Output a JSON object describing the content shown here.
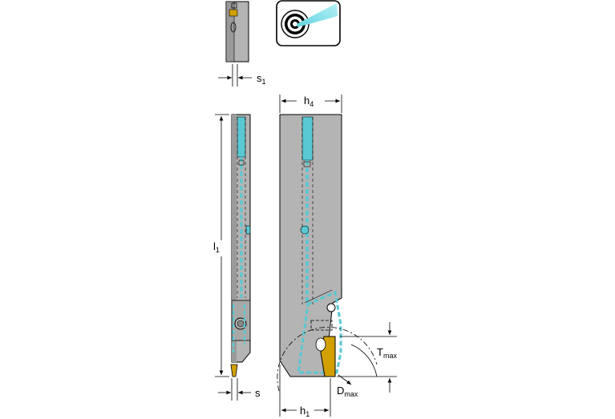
{
  "labels": {
    "s1": {
      "main": "s",
      "sub": "1"
    },
    "h4": {
      "main": "h",
      "sub": "4"
    },
    "l1": {
      "main": "l",
      "sub": "1"
    },
    "s": {
      "main": "s"
    },
    "h1": {
      "main": "h",
      "sub": "1"
    },
    "tmax": {
      "main": "T",
      "sub": "max"
    },
    "dmax": {
      "main": "D",
      "sub": "max"
    }
  },
  "icons": {
    "internal_coolant": "internal-coolant-icon"
  },
  "colors": {
    "body_grey": "#b4b4b4",
    "body_dark": "#8c8c8c",
    "coolant_cyan": "#59c8d2",
    "insert_gold": "#d2a000",
    "line": "#000000"
  }
}
